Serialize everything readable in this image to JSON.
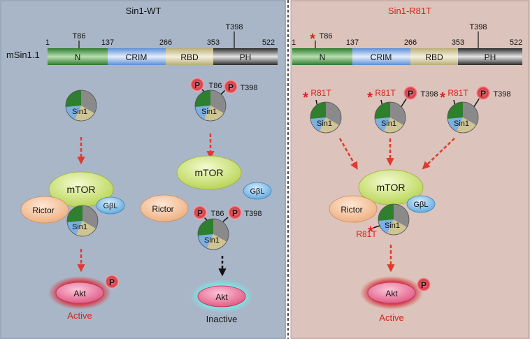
{
  "panels": {
    "left_title": "Sin1-WT",
    "right_title": "Sin1-R81T"
  },
  "domain_bar": {
    "protein": "mSin1.1",
    "positions": [
      "1",
      "137",
      "266",
      "353",
      "522"
    ],
    "domains": [
      "N",
      "CRIM",
      "RBD",
      "PH"
    ],
    "site_t86": "T86",
    "site_t398": "T398"
  },
  "labels": {
    "sin1": "Sin1",
    "mtor": "mTOR",
    "rictor": "Rictor",
    "gbl": "GβL",
    "akt": "Akt",
    "p": "P",
    "t86": "T86",
    "t398": "T398",
    "r81t": "R81T",
    "mutation_mark": "*",
    "active": "Active",
    "inactive": "Inactive"
  },
  "colors": {
    "left_bg": "#a9b6c8",
    "right_bg": "#dcc3bb",
    "accent_red": "#d8241a",
    "arrow_red": "#e03a2f",
    "mtor_fill": "#cde37a",
    "rictor_fill": "#f5c8a3",
    "gbl_fill": "#86c0e6",
    "akt_fill": "#ec6f97",
    "phospho_fill": "#d94f57",
    "domain_n": "#3d8a3b",
    "domain_crim": "#8db6e8",
    "domain_rbd": "#d6cda0",
    "domain_ph": "#555555"
  }
}
